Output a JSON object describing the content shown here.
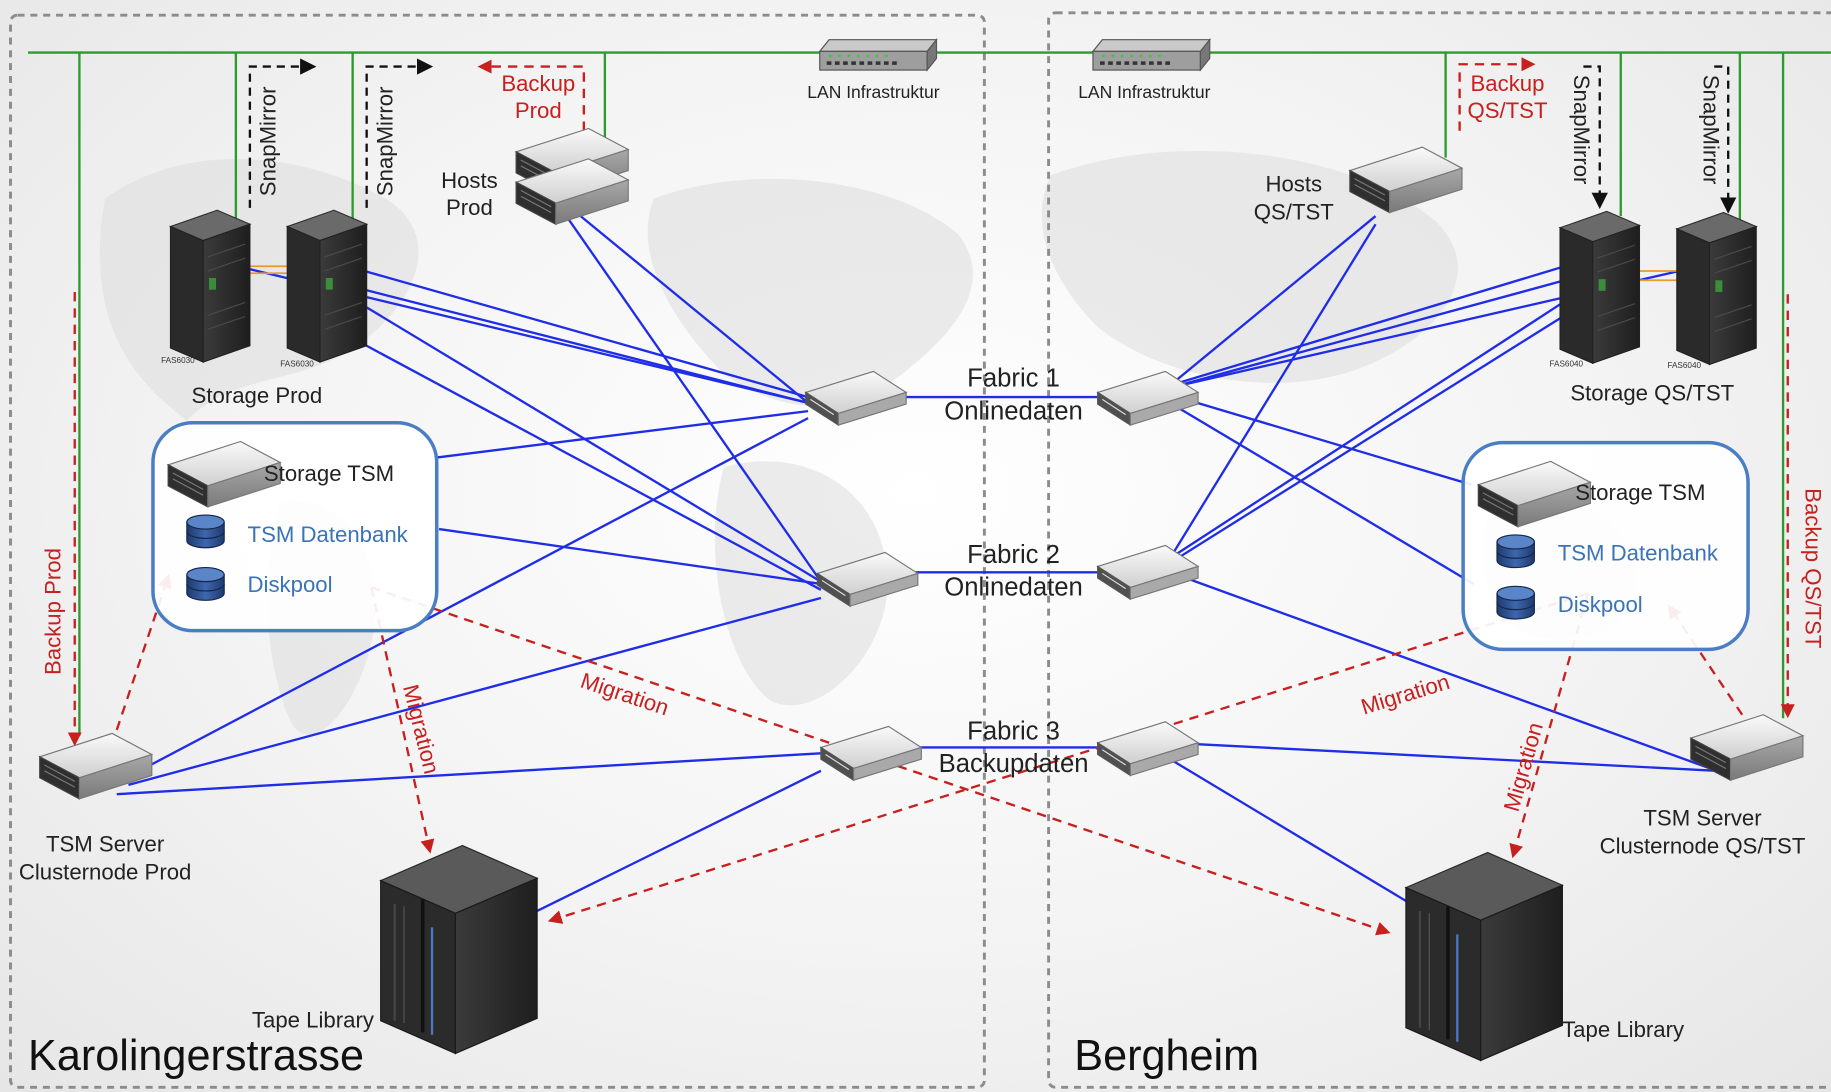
{
  "sites": {
    "left": "Karolingerstrasse",
    "right": "Bergheim"
  },
  "lan": {
    "left_label": "LAN Infrastruktur",
    "right_label": "LAN Infrastruktur"
  },
  "left": {
    "snapmirror_1": "SnapMirror",
    "snapmirror_2": "SnapMirror",
    "backup_prod_top_1": "Backup",
    "backup_prod_top_2": "Prod",
    "hosts_1": "Hosts",
    "hosts_2": "Prod",
    "storage_label": "Storage Prod",
    "fas_1": "FAS6030",
    "fas_2": "FAS6030",
    "tsm_box": {
      "storage": "Storage TSM",
      "datenbank": "TSM Datenbank",
      "diskpool": "Diskpool"
    },
    "backup_side": "Backup Prod",
    "tsm_server_1": "TSM Server",
    "tsm_server_2": "Clusternode Prod",
    "tape_library": "Tape Library",
    "migration_vertical": "Migration",
    "migration_diagonal": "Migration"
  },
  "right": {
    "snapmirror_1": "SnapMirror",
    "snapmirror_2": "SnapMirror",
    "backup_top_1": "Backup",
    "backup_top_2": "QS/TST",
    "hosts_1": "Hosts",
    "hosts_2": "QS/TST",
    "storage_label": "Storage QS/TST",
    "fas_1": "FAS6040",
    "fas_2": "FAS6040",
    "tsm_box": {
      "storage": "Storage TSM",
      "datenbank": "TSM Datenbank",
      "diskpool": "Diskpool"
    },
    "backup_side": "Backup QS/TST",
    "tsm_server_1": "TSM Server",
    "tsm_server_2": "Clusternode QS/TST",
    "tape_library": "Tape Library",
    "migration_vertical": "Migration",
    "migration_diagonal": "Migration"
  },
  "fabrics": [
    {
      "line1": "Fabric 1",
      "line2": "Onlinedaten"
    },
    {
      "line1": "Fabric 2",
      "line2": "Onlinedaten"
    },
    {
      "line1": "Fabric 3",
      "line2": "Backupdaten"
    }
  ],
  "colors": {
    "lan_line": "#2e9a2e",
    "fibre_line": "#1f2de8",
    "migration_line": "#c81f1f",
    "tsm_box_border": "#4a7ec4",
    "site_border": "#8c8c8c"
  },
  "icons": {
    "switch": "san-switch-icon",
    "server": "server-icon",
    "rack": "storage-rack-icon",
    "tape": "tape-library-icon",
    "db": "database-icon",
    "lan": "lan-switch-icon"
  }
}
